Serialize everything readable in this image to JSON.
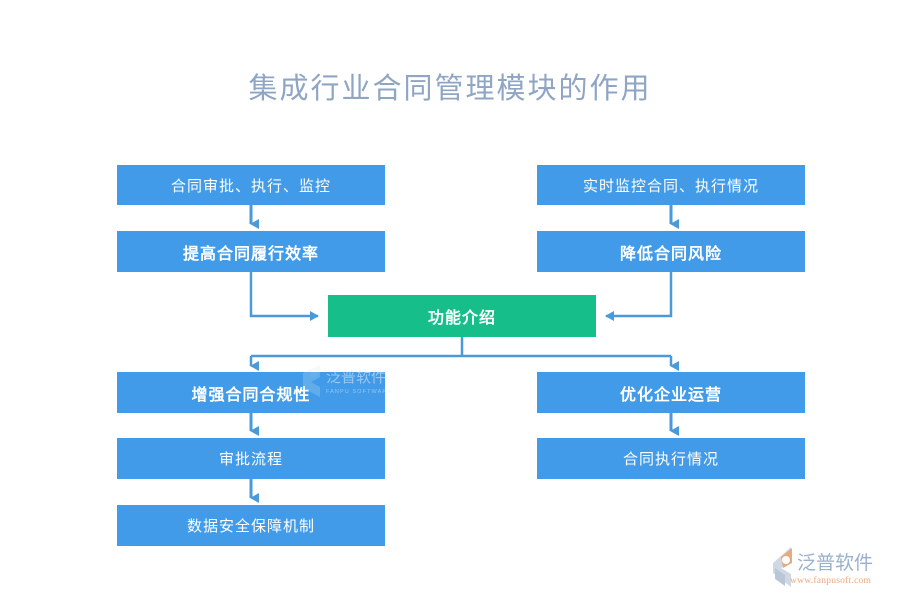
{
  "page": {
    "title": "集成行业合同管理模块的作用",
    "background_color": "#ffffff",
    "title_color": "#8fa5c4"
  },
  "colors": {
    "box_blue": "#419be8",
    "box_green": "#16bf89",
    "connector_blue": "#4a9ad9",
    "logo_orange": "#e8a97e",
    "logo_text": "#8fa5c4"
  },
  "diagram": {
    "type": "flowchart",
    "center_node": {
      "id": "center",
      "label": "功能介绍",
      "color": "#16bf89",
      "bold": true
    },
    "nodes": [
      {
        "id": "n1",
        "label": "合同审批、执行、监控",
        "color": "#419be8",
        "bold": false,
        "column": "left",
        "row": 1
      },
      {
        "id": "n2",
        "label": "提高合同履行效率",
        "color": "#419be8",
        "bold": true,
        "column": "left",
        "row": 2
      },
      {
        "id": "n3",
        "label": "实时监控合同、执行情况",
        "color": "#419be8",
        "bold": false,
        "column": "right",
        "row": 1
      },
      {
        "id": "n4",
        "label": "降低合同风险",
        "color": "#419be8",
        "bold": true,
        "column": "right",
        "row": 2
      },
      {
        "id": "n5",
        "label": "增强合同合规性",
        "color": "#419be8",
        "bold": true,
        "column": "left",
        "row": 3
      },
      {
        "id": "n6",
        "label": "审批流程",
        "color": "#419be8",
        "bold": false,
        "column": "left",
        "row": 4
      },
      {
        "id": "n7",
        "label": "数据安全保障机制",
        "color": "#419be8",
        "bold": false,
        "column": "left",
        "row": 5
      },
      {
        "id": "n8",
        "label": "优化企业运营",
        "color": "#419be8",
        "bold": true,
        "column": "right",
        "row": 3
      },
      {
        "id": "n9",
        "label": "合同执行情况",
        "color": "#419be8",
        "bold": false,
        "column": "right",
        "row": 4
      }
    ],
    "edges": [
      {
        "from": "n1",
        "to": "n2",
        "style": "arrow-down"
      },
      {
        "from": "n2",
        "to": "center",
        "style": "elbow-right"
      },
      {
        "from": "n3",
        "to": "n4",
        "style": "arrow-down"
      },
      {
        "from": "n4",
        "to": "center",
        "style": "elbow-left"
      },
      {
        "from": "center",
        "to": "n5",
        "style": "split-down-left"
      },
      {
        "from": "center",
        "to": "n8",
        "style": "split-down-right"
      },
      {
        "from": "n5",
        "to": "n6",
        "style": "arrow-down"
      },
      {
        "from": "n6",
        "to": "n7",
        "style": "arrow-down"
      },
      {
        "from": "n8",
        "to": "n9",
        "style": "arrow-down"
      }
    ]
  },
  "watermark": {
    "text_cn": "泛普软件",
    "text_en": "FANPU SOFTWARE"
  },
  "logo": {
    "brand_cn": "泛普软件",
    "url": "www.fanpusoft.com"
  }
}
